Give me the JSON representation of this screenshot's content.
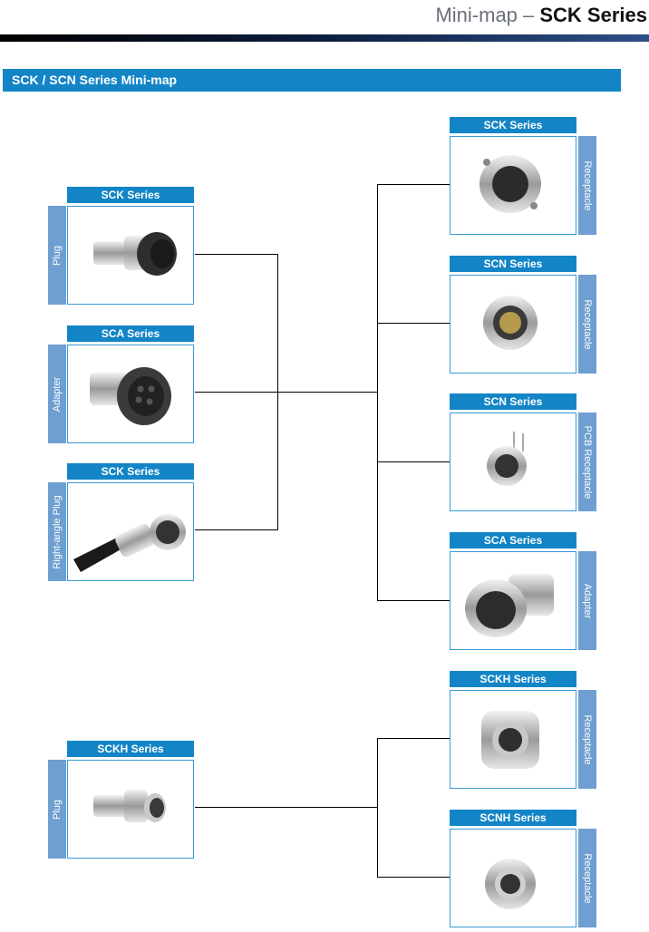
{
  "header": {
    "title_light": "Mini-map – ",
    "title_bold": "SCK Series"
  },
  "section": {
    "title": "SCK / SCN Series Mini-map"
  },
  "left_cards": [
    {
      "series": "SCK Series",
      "type": "Plug"
    },
    {
      "series": "SCA Series",
      "type": "Adapter"
    },
    {
      "series": "SCK Series",
      "type": "Right-angle Plug"
    },
    {
      "series": "SCKH Series",
      "type": "Plug"
    }
  ],
  "right_cards": [
    {
      "series": "SCK Series",
      "type": "Receptacle"
    },
    {
      "series": "SCN Series",
      "type": "Receptacle"
    },
    {
      "series": "SCN Series",
      "type": "PCB Receptacle"
    },
    {
      "series": "SCA Series",
      "type": "Adapter"
    },
    {
      "series": "SCKH Series",
      "type": "Receptacle"
    },
    {
      "series": "SCNH Series",
      "type": "Receptacle"
    }
  ],
  "colors": {
    "label_bg": "#1385c6",
    "side_bg": "#6e9fd0",
    "frame": "#3a9ad4"
  }
}
